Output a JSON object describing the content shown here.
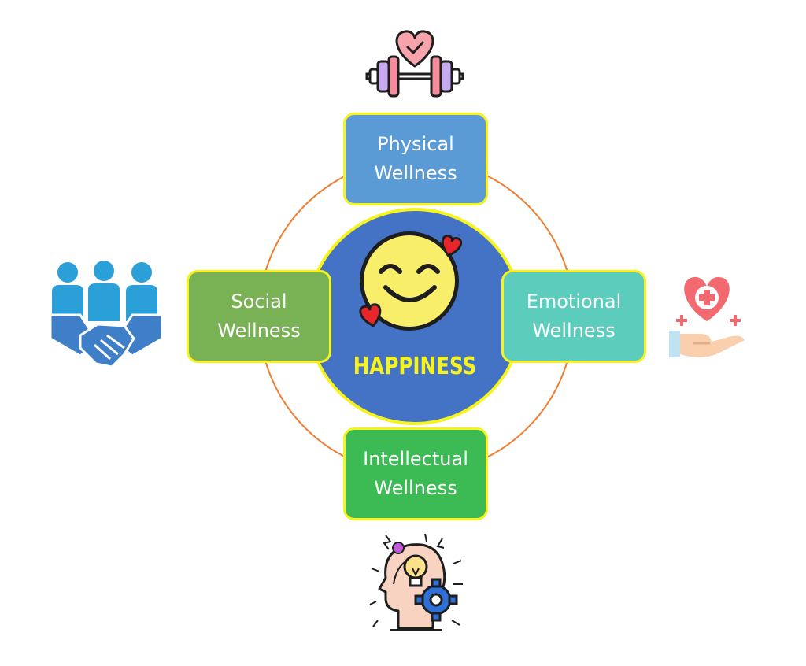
{
  "center": {
    "label": "HAPPINESS"
  },
  "boxes": {
    "physical": {
      "line1": "Physical",
      "line2": "Wellness"
    },
    "social": {
      "line1": "Social",
      "line2": "Wellness"
    },
    "emotional": {
      "line1": "Emotional",
      "line2": "Wellness"
    },
    "intellectual": {
      "line1": "Intellectual",
      "line2": "Wellness"
    }
  },
  "icons": {
    "top": "dumbbell-heart-icon",
    "left": "handshake-people-icon",
    "right": "heart-hand-care-icon",
    "bottom": "head-lightbulb-gear-icon",
    "center": "smiling-face-hearts-icon"
  },
  "colors": {
    "ring": "#ed7d31",
    "center_fill": "#4472c4",
    "box_border": "#f7f31c",
    "physical": "#5b9bd5",
    "social": "#79b255",
    "emotional": "#5cccbd",
    "intellectual": "#3cba54",
    "happiness_text": "#f7f31c"
  }
}
